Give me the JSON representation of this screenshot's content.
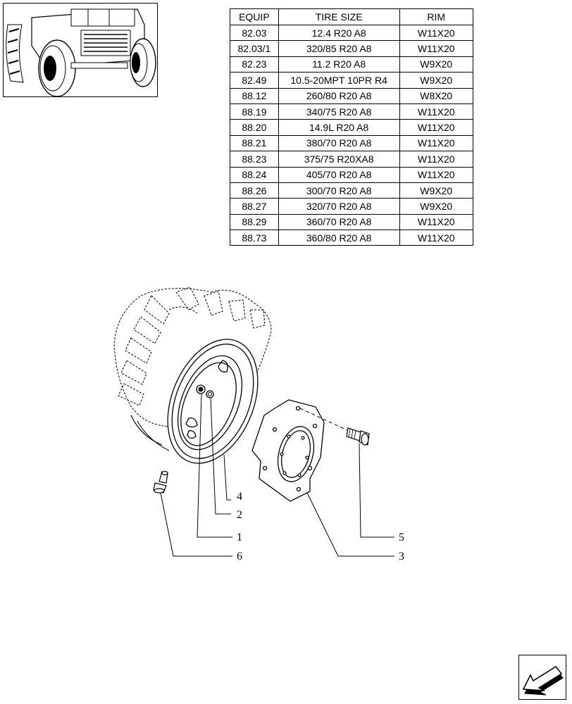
{
  "table": {
    "headers": [
      "EQUIP",
      "TIRE SIZE",
      "RIM"
    ],
    "rows": [
      [
        "82.03",
        "12.4 R20 A8",
        "W11X20"
      ],
      [
        "82.03/1",
        "320/85 R20 A8",
        "W11X20"
      ],
      [
        "82.23",
        "11.2 R20 A8",
        "W9X20"
      ],
      [
        "82.49",
        "10.5-20MPT 10PR R4",
        "W9X20"
      ],
      [
        "88.12",
        "260/80 R20 A8",
        "W8X20"
      ],
      [
        "88.19",
        "340/75 R20 A8",
        "W11X20"
      ],
      [
        "88.20",
        "14.9L R20 A8",
        "W11X20"
      ],
      [
        "88.21",
        "380/70 R20 A8",
        "W11X20"
      ],
      [
        "88.23",
        "375/75 R20XA8",
        "W11X20"
      ],
      [
        "88.24",
        "405/70 R20 A8",
        "W11X20"
      ],
      [
        "88.26",
        "300/70 R20 A8",
        "W9X20"
      ],
      [
        "88.27",
        "320/70 R20 A8",
        "W9X20"
      ],
      [
        "88.29",
        "360/70 R20 A8",
        "W11X20"
      ],
      [
        "88.73",
        "360/80 R20 A8",
        "W11X20"
      ]
    ]
  },
  "callouts": {
    "c1": "1",
    "c2": "2",
    "c3": "3",
    "c4": "4",
    "c5": "5",
    "c6": "6"
  },
  "icons": {
    "thumbnail": "tractor-front-thumbnail",
    "nav": "next-page-arrow-icon"
  }
}
